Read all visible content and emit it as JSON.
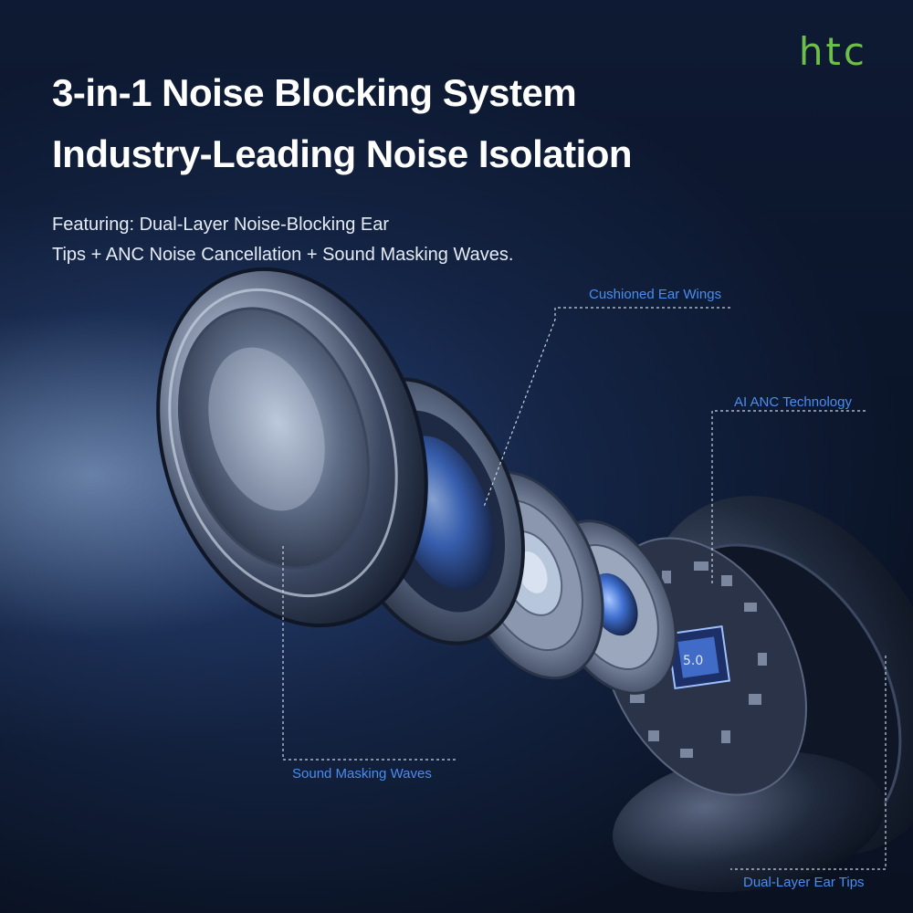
{
  "brand": {
    "logo_text": "htc",
    "logo_color": "#6cc04a"
  },
  "headline": {
    "line1": "3-in-1 Noise Blocking System",
    "line2": "Industry-Leading Noise Isolation"
  },
  "description": {
    "line1": "Featuring: Dual-Layer Noise-Blocking Ear",
    "line2": "Tips + ANC Noise Cancellation + Sound Masking Waves."
  },
  "callouts": {
    "cushioned_ear_wings": "Cushioned Ear Wings",
    "ai_anc_technology": "AI ANC Technology",
    "sound_masking_waves": "Sound Masking Waves",
    "dual_layer_ear_tips": "Dual-Layer Ear Tips"
  },
  "chip_label": "5.0",
  "colors": {
    "callout": "#4a8df0",
    "background": "#0b1220",
    "text": "#ffffff"
  }
}
